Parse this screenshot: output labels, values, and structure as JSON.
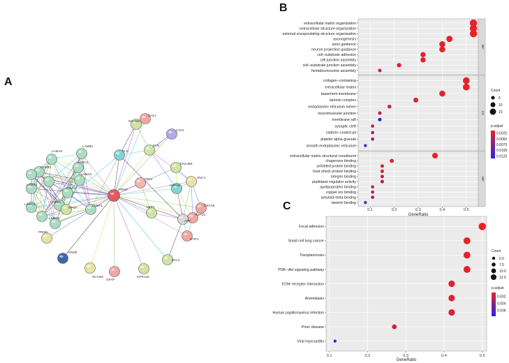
{
  "panels": {
    "a": "A",
    "b": "B",
    "c": "C"
  },
  "network": {
    "nodes": [
      {
        "id": "CHL1",
        "color": "#f3a5a3"
      },
      {
        "id": "NCAM1",
        "color": "#cfe3a4"
      },
      {
        "id": "CAV1",
        "color": "#b6a7e8"
      },
      {
        "id": "FYN",
        "color": "#cfe3a4"
      },
      {
        "id": "PLG",
        "color": "#7fd6d2"
      },
      {
        "id": "DNAJB6",
        "color": "#cfe3a4"
      },
      {
        "id": "SNCA",
        "color": "#e8e3a4"
      },
      {
        "id": "HSPA5",
        "color": "#7fd6d2"
      },
      {
        "id": "OPC1",
        "color": "#f3b3b3"
      },
      {
        "id": "PRNP",
        "color": "#e05a60"
      },
      {
        "id": "CRYAB",
        "color": "#f3a5a3"
      },
      {
        "id": "HSPD1",
        "color": "#f3a5a3"
      },
      {
        "id": "APP",
        "color": "#d7d7d7"
      },
      {
        "id": "LRP1",
        "color": "#cfe3a4"
      },
      {
        "id": "STIP1",
        "color": "#f3a5a3"
      },
      {
        "id": "BCL2",
        "color": "#cfe3a4"
      },
      {
        "id": "GPR126",
        "color": "#cfe3a4"
      },
      {
        "id": "GFAP",
        "color": "#f3a5a3"
      },
      {
        "id": "NCAM2",
        "color": "#e8e3a4"
      },
      {
        "id": "GRM5",
        "color": "#3e66a8"
      },
      {
        "id": "PRND",
        "color": "#e8e3a4"
      },
      {
        "id": "LAMB3",
        "color": "#a9dcc0"
      },
      {
        "id": "LAMA5",
        "color": "#a9dcc0"
      },
      {
        "id": "LAMB1",
        "color": "#a9dcc0"
      },
      {
        "id": "LAMC2",
        "color": "#a9dcc0"
      },
      {
        "id": "LAMA3",
        "color": "#a9dcc0"
      },
      {
        "id": "LAMA4",
        "color": "#a9dcc0"
      },
      {
        "id": "LAMA2",
        "color": "#a9dcc0"
      },
      {
        "id": "LAMB2",
        "color": "#a9dcc0"
      },
      {
        "id": "LAMC1",
        "color": "#a9dcc0"
      },
      {
        "id": "LAMA1",
        "color": "#a9dcc0"
      },
      {
        "id": "LAMC3",
        "color": "#a9dcc0"
      },
      {
        "id": "RPSA",
        "color": "#cfe3a4"
      },
      {
        "id": "p1",
        "color": "#a9dcc0"
      },
      {
        "id": "p2",
        "color": "#a9dcc0"
      },
      {
        "id": "p3",
        "color": "#a9dcc0"
      }
    ],
    "labels": {
      "CHL1": "CHL1",
      "NCAM1": "NCAM1",
      "CAV1": "CAV1",
      "FYN": "FYN",
      "PLG": "PLG",
      "DNAJB6": "DNAJB6",
      "SNCA": "SNCA",
      "HSPA5": "HSPA5",
      "OPC1": "OPC1",
      "PRNP": "PRNP",
      "CRYAB": "CRYAB",
      "HSPD1": "HSPD1",
      "APP": "APP",
      "LRP1": "LRP1",
      "STIP1": "STIP1",
      "BCL2": "BCL2",
      "GPR126": "GPR126",
      "GFAP": "GFAP",
      "NCAM2": "NCAM2",
      "GRM5": "GRM5",
      "PRND": "PRND",
      "LAMB3": "LAMB3",
      "LAMA5": "LAMA5",
      "LAMB1": "LAMB1",
      "LAMC2": "LAMC2",
      "LAMA3": "LAMA3",
      "LAMA4": "LAMA4",
      "LAMA2": "LAMA2",
      "LAMB2": "LAMB2",
      "LAMC1": "LAMC1",
      "LAMA1": "LAMA1",
      "LAMC3": "LAMC3",
      "RPSA": "RPSA"
    },
    "edge_colors": [
      "#3cc0c0",
      "#c44ad0",
      "#7fbf4a",
      "#d8d040",
      "#2a2a2a",
      "#5a6adf",
      "#8e8e8e"
    ]
  },
  "chart_data": [
    {
      "type": "scatter",
      "panel": "B",
      "xlabel": "GeneRatio",
      "xlim": [
        0.05,
        0.55
      ],
      "xticks": [
        0.1,
        0.2,
        0.3,
        0.4,
        0.5
      ],
      "facets": [
        {
          "name": "BP",
          "terms": [
            {
              "term": "extracellular matrix organization",
              "ratio": 0.53,
              "count": 19,
              "p": 0.0001
            },
            {
              "term": "extracellular structure organization",
              "ratio": 0.53,
              "count": 19,
              "p": 0.0001
            },
            {
              "term": "external encapsulating structure organization",
              "ratio": 0.53,
              "count": 19,
              "p": 0.0001
            },
            {
              "term": "axonogenesis",
              "ratio": 0.43,
              "count": 15,
              "p": 0.0003
            },
            {
              "term": "axon guidance",
              "ratio": 0.4,
              "count": 14,
              "p": 0.0003
            },
            {
              "term": "neuron projection guidance",
              "ratio": 0.4,
              "count": 14,
              "p": 0.0003
            },
            {
              "term": "cell−substrate adhesion",
              "ratio": 0.32,
              "count": 11,
              "p": 0.0004
            },
            {
              "term": "cell junction assembly",
              "ratio": 0.32,
              "count": 11,
              "p": 0.0004
            },
            {
              "term": "cell−substrate junction assembly",
              "ratio": 0.22,
              "count": 8,
              "p": 0.0005
            },
            {
              "term": "hemidesmosome assembly",
              "ratio": 0.14,
              "count": 5,
              "p": 0.0006
            }
          ]
        },
        {
          "name": "CC",
          "terms": [
            {
              "term": "collagen−containing",
              "ratio": 0.5,
              "count": 17,
              "p": 0.0001
            },
            {
              "term": "extracellular matrix",
              "ratio": 0.5,
              "count": 17,
              "p": 0.0001
            },
            {
              "term": "basement membrane",
              "ratio": 0.4,
              "count": 14,
              "p": 0.0002
            },
            {
              "term": "laminin complex",
              "ratio": 0.29,
              "count": 10,
              "p": 0.0003
            },
            {
              "term": "endoplasmic reticulum lumen",
              "ratio": 0.18,
              "count": 6,
              "p": 0.002
            },
            {
              "term": "neuromuscular junction",
              "ratio": 0.14,
              "count": 5,
              "p": 0.003
            },
            {
              "term": "membrane raft",
              "ratio": 0.14,
              "count": 5,
              "p": 0.0125
            },
            {
              "term": "synaptic cleft",
              "ratio": 0.11,
              "count": 4,
              "p": 0.003
            },
            {
              "term": "clathrin−coated pit",
              "ratio": 0.11,
              "count": 4,
              "p": 0.004
            },
            {
              "term": "platelet alpha granule",
              "ratio": 0.11,
              "count": 4,
              "p": 0.006
            },
            {
              "term": "smooth endoplasmic reticulum",
              "ratio": 0.08,
              "count": 3,
              "p": 0.01
            }
          ]
        },
        {
          "name": "MF",
          "terms": [
            {
              "term": "extracellular matrix structural constituent",
              "ratio": 0.37,
              "count": 13,
              "p": 0.0001
            },
            {
              "term": "chaperone binding",
              "ratio": 0.19,
              "count": 7,
              "p": 0.0004
            },
            {
              "term": "unfolded protein binding",
              "ratio": 0.15,
              "count": 5,
              "p": 0.0008
            },
            {
              "term": "heat shock protein binding",
              "ratio": 0.15,
              "count": 5,
              "p": 0.0008
            },
            {
              "term": "integrin binding",
              "ratio": 0.15,
              "count": 5,
              "p": 0.002
            },
            {
              "term": "peptidase regulator activity",
              "ratio": 0.15,
              "count": 5,
              "p": 0.004
            },
            {
              "term": "apolipoprotein binding",
              "ratio": 0.11,
              "count": 4,
              "p": 0.003
            },
            {
              "term": "copper ion binding",
              "ratio": 0.11,
              "count": 4,
              "p": 0.004
            },
            {
              "term": "amyloid−beta binding",
              "ratio": 0.11,
              "count": 4,
              "p": 0.005
            },
            {
              "term": "laminin binding",
              "ratio": 0.08,
              "count": 3,
              "p": 0.009
            }
          ]
        }
      ],
      "legend": {
        "size_title": "Count",
        "sizes": [
          5,
          10,
          15
        ],
        "color_title": "p.adjust",
        "color_ticks": [
          "0.0025",
          "0.0050",
          "0.0075",
          "0.0100",
          "0.0125"
        ],
        "p_range": [
          0.0001,
          0.0125
        ],
        "low_color": "#e5232a",
        "high_color": "#2a22e5"
      }
    },
    {
      "type": "scatter",
      "panel": "C",
      "xlabel": "GeneRatio",
      "xlim": [
        0.1,
        0.51
      ],
      "xticks": [
        0.1,
        0.2,
        0.3,
        0.4,
        0.5
      ],
      "terms": [
        {
          "term": "Focal adhesion",
          "ratio": 0.5,
          "count": 13,
          "p": 0.0003
        },
        {
          "term": "Small cell lung cancer",
          "ratio": 0.46,
          "count": 12,
          "p": 0.0003
        },
        {
          "term": "Toxoplasmosis",
          "ratio": 0.46,
          "count": 12,
          "p": 0.0004
        },
        {
          "term": "PI3K−Akt signaling pathway",
          "ratio": 0.46,
          "count": 12,
          "p": 0.0005
        },
        {
          "term": "ECM−receptor interaction",
          "ratio": 0.42,
          "count": 11,
          "p": 0.0006
        },
        {
          "term": "Amoebiasis",
          "ratio": 0.42,
          "count": 11,
          "p": 0.0007
        },
        {
          "term": "Human papillomavirus infection",
          "ratio": 0.42,
          "count": 11,
          "p": 0.0008
        },
        {
          "term": "Prion disease",
          "ratio": 0.27,
          "count": 7,
          "p": 0.0009
        },
        {
          "term": "Viral myocarditis",
          "ratio": 0.115,
          "count": 3,
          "p": 0.0072
        }
      ],
      "legend": {
        "size_title": "Count",
        "sizes": [
          5.0,
          7.5,
          10.0,
          12.5
        ],
        "color_title": "p.adjust",
        "color_ticks": [
          "0.002",
          "0.004",
          "0.006"
        ],
        "p_range": [
          0.0003,
          0.0072
        ],
        "low_color": "#e5232a",
        "high_color": "#2a22e5"
      }
    }
  ]
}
